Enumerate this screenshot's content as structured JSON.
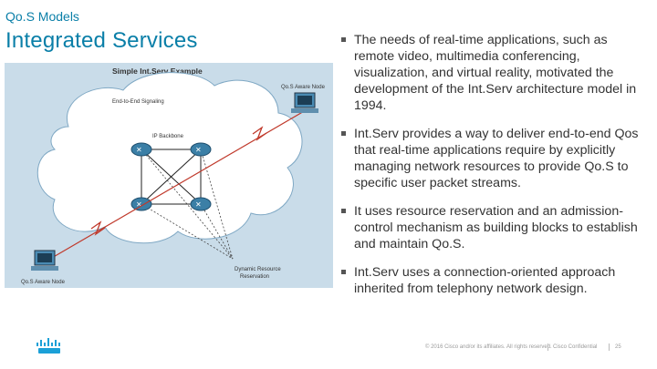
{
  "header": {
    "section": "Qo.S Models",
    "title": "Integrated Services"
  },
  "diagram": {
    "title": "Simple Int.Serv Example",
    "labels": {
      "end_to_end": "End-to-End Signaling",
      "aware_node_top": "Qo.S Aware Node",
      "backbone": "IP Backbone",
      "aware_node_bottom": "Qo.S Aware Node",
      "dynamic_line1": "Dynamic Resource",
      "dynamic_line2": "Reservation"
    },
    "colors": {
      "panel_bg": "#c9dce9",
      "cloud": "#ffffff",
      "signal": "#c0392b",
      "router": "#3b7fa6"
    }
  },
  "bullets": [
    "The needs of real-time applications, such as remote video, multimedia conferencing, visualization, and virtual reality, motivated the development of the Int.Serv architecture model in 1994.",
    "Int.Serv provides a way to deliver end-to-end Qos that real-time applications require by explicitly managing network resources to provide Qo.S to specific user packet streams.",
    "It uses resource reservation and an admission-control mechanism as building blocks to establish and maintain Qo.S.",
    "Int.Serv uses a connection-oriented approach inherited from telephony network design."
  ],
  "footer": {
    "copyright": "© 2016 Cisco and/or its affiliates. All rights reserved.",
    "classification": "Cisco Confidential",
    "page": "25"
  },
  "logo": {
    "icon": "cisco-logo"
  }
}
